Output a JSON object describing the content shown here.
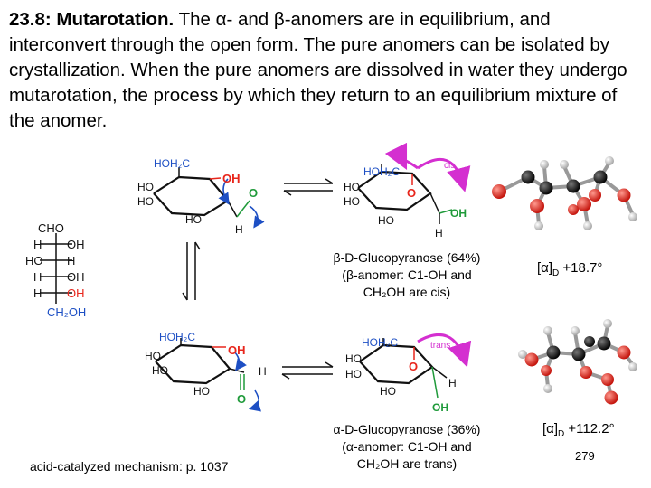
{
  "heading": {
    "section": "23.8: Mutarotation.",
    "body_pre": "The ",
    "alpha_symbol": "α",
    "body_mid": "- and ",
    "beta_symbol": "β",
    "body_rest": "-anomers are in equilibrium, and  interconvert through the open form.  The pure anomers can be isolated by crystallization.  When the pure anomers are dissolved in water they undergo mutarotation, the process by which they return to an equilibrium mixture of the anomer."
  },
  "fischer": {
    "top": "CHO",
    "rows": [
      {
        "left": "H",
        "right": "OH"
      },
      {
        "left": "HO",
        "right": "H"
      },
      {
        "left": "H",
        "right": "OH"
      },
      {
        "left": "H",
        "right": "OH"
      }
    ],
    "bottom": "CH₂OH"
  },
  "open_top": {
    "ch2oh": "HOH₂C",
    "oh": "OH",
    "ho1": "HO",
    "ho2": "HO",
    "o": "O",
    "h": "H",
    "ho3": "HO"
  },
  "beta_ring": {
    "ch2oh": "HOH₂C",
    "cis": "cis",
    "ho1": "HO",
    "ho2": "HO",
    "o": "O",
    "oh": "OH",
    "ho3": "HO",
    "h": "H"
  },
  "open_bottom": {
    "ch2oh": "HOH₂C",
    "oh": "OH",
    "ho1": "HO",
    "ho2": "HO",
    "o": "O",
    "h": "H",
    "ho3": "HO"
  },
  "alpha_ring": {
    "ch2oh": "HOH₂C",
    "trans": "trans",
    "ho1": "HO",
    "ho2": "HO",
    "o": "O",
    "h": "H",
    "ho3": "HO",
    "oh": "OH"
  },
  "beta_caption": {
    "line1": "β-D-Glucopyranose (64%)",
    "line2": "(β-anomer: C1-OH and",
    "line3": "CH₂OH are cis)"
  },
  "beta_rotation": {
    "label": "[α]",
    "sub": "D",
    "value": "+18.7°"
  },
  "alpha_caption": {
    "line1": "α-D-Glucopyranose (36%)",
    "line2": "(α-anomer: C1-OH and",
    "line3": "CH₂OH are trans)"
  },
  "alpha_rotation": {
    "label": "[α]",
    "sub": "D",
    "value": "+112.2°"
  },
  "footer": {
    "mechanism": "acid-catalyzed mechanism: p. 1037",
    "page": "279"
  },
  "colors": {
    "red": "#e8261c",
    "green": "#1f9a3a",
    "blue": "#1d4fc4",
    "magenta": "#d42fd0",
    "dark": "#111111",
    "grey": "#c8c8c8"
  }
}
